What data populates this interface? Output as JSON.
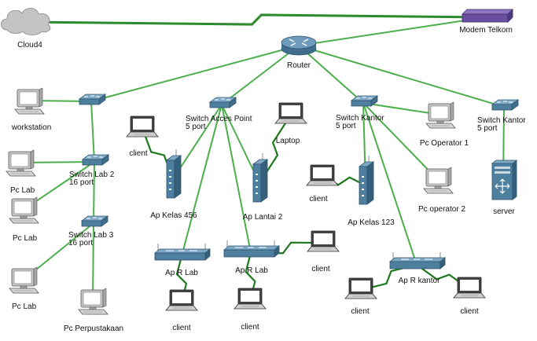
{
  "colors": {
    "link": "#4cae4c",
    "wan_link": "#2e8b2e",
    "wireless": "#1f7a1f",
    "device_blue": "#4f7f9f",
    "modem": "#6a4fa0",
    "pc_gray": "#c8c8c8"
  },
  "nodes": {
    "cloud": {
      "label": "Cloud4",
      "icon": "cloud-icon"
    },
    "modem": {
      "label": "Modem Telkom",
      "icon": "modem-icon"
    },
    "router": {
      "label": "Router",
      "icon": "router-icon"
    },
    "sw_top_left": {
      "label": "",
      "icon": "switch-icon"
    },
    "workstation": {
      "label": "workstation",
      "icon": "pc-icon"
    },
    "sw_lab2": {
      "label": "Switch Lab 2\n16 port",
      "icon": "switch-icon"
    },
    "pc_lab_1": {
      "label": "Pc Lab",
      "icon": "pc-icon"
    },
    "pc_lab_2": {
      "label": "Pc Lab",
      "icon": "pc-icon"
    },
    "sw_lab3": {
      "label": "Switch Lab 3\n16 port",
      "icon": "switch-icon"
    },
    "pc_lab_3": {
      "label": "Pc Lab",
      "icon": "pc-icon"
    },
    "pc_perpus": {
      "label": "Pc Perpustakaan",
      "icon": "pc-icon"
    },
    "sw_acces": {
      "label": "Switch Acces Point\n5 port",
      "icon": "switch-icon"
    },
    "client_kelas456": {
      "label": "client",
      "icon": "laptop-icon"
    },
    "ap_kelas456": {
      "label": "Ap Kelas 456",
      "icon": "access-point-icon"
    },
    "laptop": {
      "label": "Laptop",
      "icon": "laptop-icon"
    },
    "ap_lantai2": {
      "label": "Ap Lantai 2",
      "icon": "access-point-icon"
    },
    "ap_r_lab_1": {
      "label": "Ap R Lab",
      "icon": "wireless-router-icon"
    },
    "client_rlab1": {
      "label": "client",
      "icon": "laptop-icon"
    },
    "ap_r_lab_2": {
      "label": "Ap R Lab",
      "icon": "wireless-router-icon"
    },
    "client_rlab2a": {
      "label": "client",
      "icon": "laptop-icon"
    },
    "client_rlab2b": {
      "label": "client",
      "icon": "laptop-icon"
    },
    "sw_kantor1": {
      "label": "Switch Kantor\n5 port",
      "icon": "switch-icon"
    },
    "pc_operator1": {
      "label": "Pc Operator 1",
      "icon": "pc-icon"
    },
    "client_kelas123": {
      "label": "client",
      "icon": "laptop-icon"
    },
    "ap_kelas123": {
      "label": "Ap Kelas 123",
      "icon": "access-point-icon"
    },
    "pc_operator2": {
      "label": "Pc operator 2",
      "icon": "pc-icon"
    },
    "ap_r_kantor": {
      "label": "Ap R kantor",
      "icon": "wireless-router-icon"
    },
    "client_kantor_a": {
      "label": "client",
      "icon": "laptop-icon"
    },
    "client_kantor_b": {
      "label": "client",
      "icon": "laptop-icon"
    },
    "sw_kantor2": {
      "label": "Switch Kantor\n5 port",
      "icon": "switch-icon"
    },
    "server": {
      "label": "server",
      "icon": "server-icon"
    }
  },
  "links": [
    {
      "from": "router",
      "to": "sw_top_left",
      "kind": "cable"
    },
    {
      "from": "router",
      "to": "sw_acces",
      "kind": "cable"
    },
    {
      "from": "router",
      "to": "sw_kantor1",
      "kind": "cable"
    },
    {
      "from": "router",
      "to": "sw_kantor2",
      "kind": "cable"
    },
    {
      "from": "sw_top_left",
      "to": "workstation",
      "kind": "cable"
    },
    {
      "from": "sw_top_left",
      "to": "sw_lab2",
      "kind": "cable"
    },
    {
      "from": "sw_lab2",
      "to": "pc_lab_1",
      "kind": "cable"
    },
    {
      "from": "sw_lab2",
      "to": "pc_lab_2",
      "kind": "cable"
    },
    {
      "from": "sw_lab2",
      "to": "sw_lab3",
      "kind": "cable"
    },
    {
      "from": "sw_lab3",
      "to": "pc_lab_3",
      "kind": "cable"
    },
    {
      "from": "sw_lab3",
      "to": "pc_perpus",
      "kind": "cable"
    },
    {
      "from": "sw_acces",
      "to": "ap_kelas456",
      "kind": "cable"
    },
    {
      "from": "sw_acces",
      "to": "ap_lantai2",
      "kind": "cable"
    },
    {
      "from": "sw_acces",
      "to": "ap_r_lab_1",
      "kind": "cable"
    },
    {
      "from": "sw_acces",
      "to": "ap_r_lab_2",
      "kind": "cable"
    },
    {
      "from": "sw_kantor1",
      "to": "pc_operator1",
      "kind": "cable"
    },
    {
      "from": "sw_kantor1",
      "to": "ap_kelas123",
      "kind": "cable"
    },
    {
      "from": "sw_kantor1",
      "to": "pc_operator2",
      "kind": "cable"
    },
    {
      "from": "sw_kantor1",
      "to": "ap_r_kantor",
      "kind": "cable"
    },
    {
      "from": "sw_kantor2",
      "to": "server",
      "kind": "cable"
    },
    {
      "from": "client_kelas456",
      "to": "ap_kelas456",
      "kind": "wireless"
    },
    {
      "from": "laptop",
      "to": "ap_lantai2",
      "kind": "wireless"
    },
    {
      "from": "ap_r_lab_1",
      "to": "client_rlab1",
      "kind": "wireless"
    },
    {
      "from": "ap_r_lab_2",
      "to": "client_rlab2a",
      "kind": "wireless"
    },
    {
      "from": "ap_r_lab_2",
      "to": "client_rlab2b",
      "kind": "wireless"
    },
    {
      "from": "client_kelas123",
      "to": "ap_kelas123",
      "kind": "wireless"
    },
    {
      "from": "ap_r_kantor",
      "to": "client_kantor_a",
      "kind": "wireless"
    },
    {
      "from": "ap_r_kantor",
      "to": "client_kantor_b",
      "kind": "wireless"
    }
  ],
  "wan_links": [
    {
      "from": "cloud",
      "to": "modem",
      "kind": "serial"
    },
    {
      "from": "modem",
      "to": "router",
      "kind": "cable"
    }
  ]
}
